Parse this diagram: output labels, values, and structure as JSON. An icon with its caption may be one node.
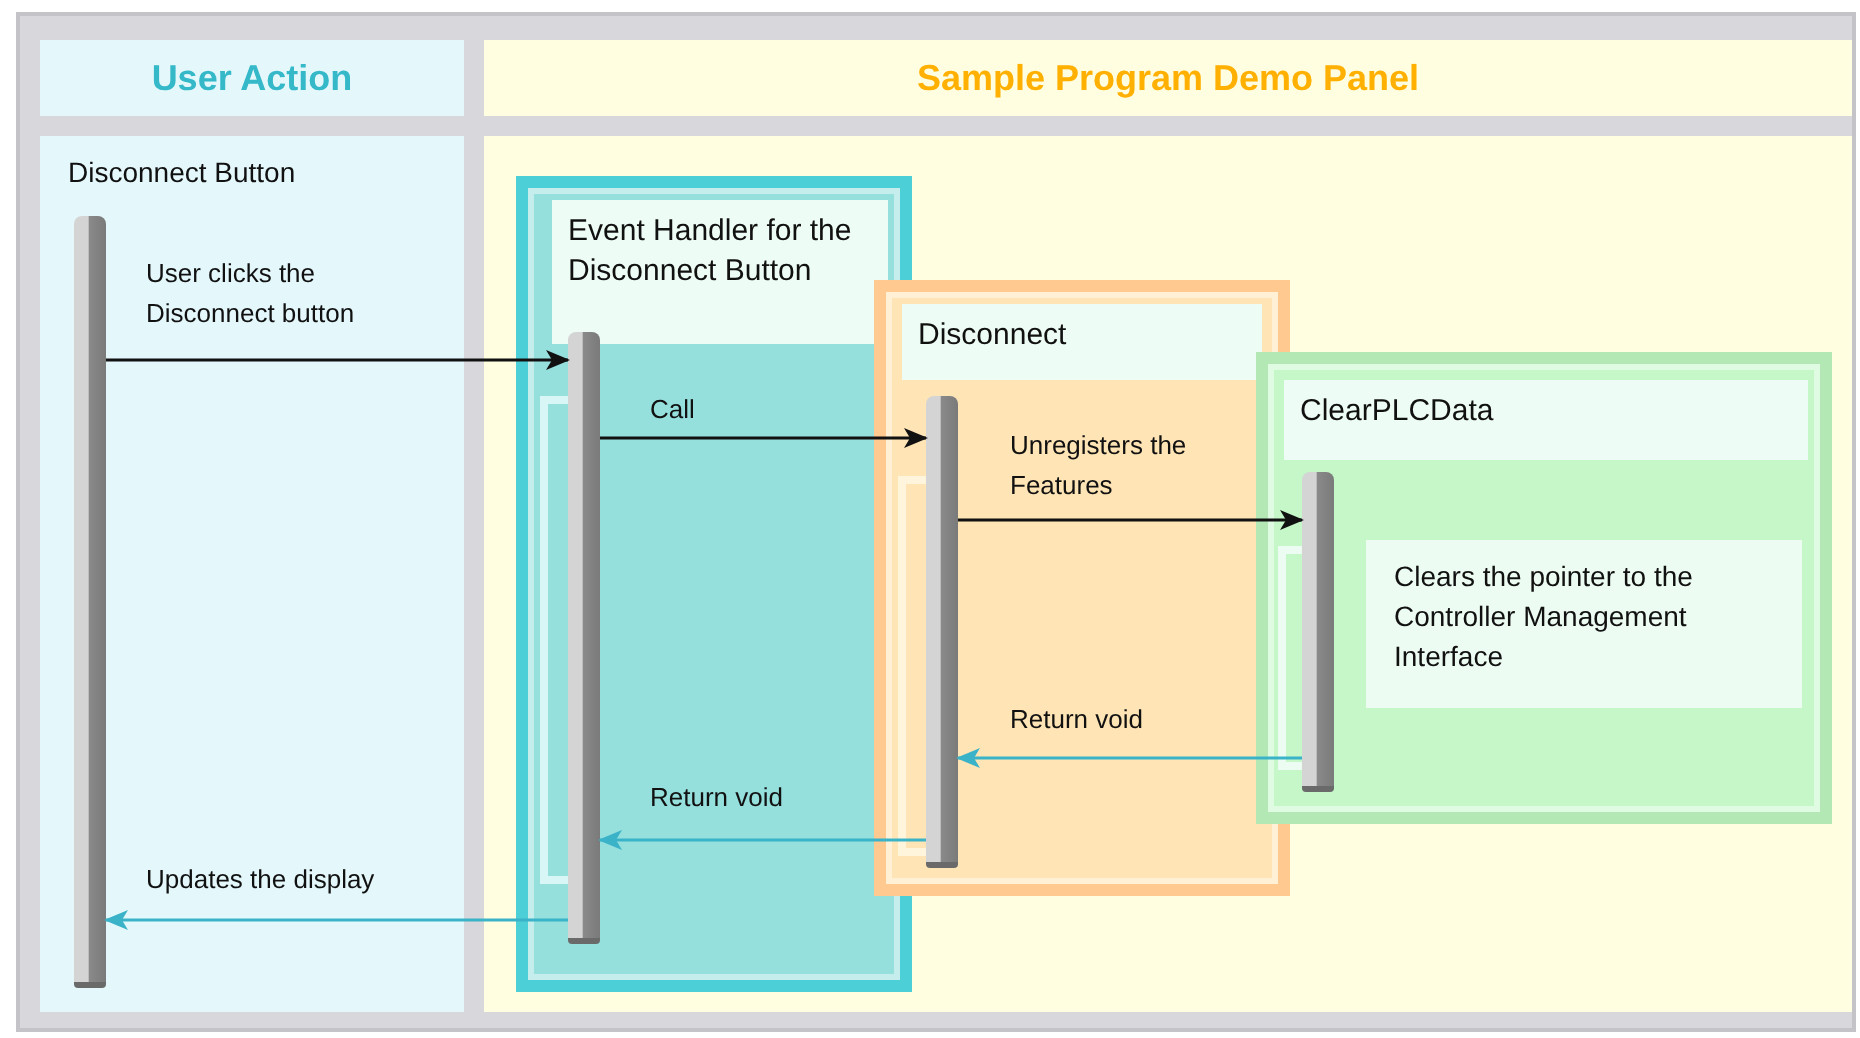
{
  "diagram": {
    "nodes": [
      {
        "text": [
          "User Action"
        ]
      },
      {
        "text": [
          "Sample Program Demo Panel"
        ]
      },
      {
        "text": [
          "Disconnect Button"
        ]
      },
      {
        "text": [
          "Event Handler for the Disconnect Button"
        ]
      },
      {
        "text": [
          "Disconnect"
        ]
      },
      {
        "text": [
          "ClearPLCData"
        ]
      },
      {
        "text": [
          "Clears the pointer to the Controller Management Interface"
        ],
        "in": 5
      },
      {
        "text": [],
        "shape": "bar",
        "in": 2
      },
      {
        "text": [],
        "shape": "bar",
        "in": 3
      },
      {
        "text": [],
        "shape": "bar",
        "in": 4
      },
      {
        "text": [],
        "shape": "bar",
        "in": 5
      }
    ],
    "edges": [
      {
        "from": 7,
        "to": 8,
        "arrow": "to",
        "label": "User clicks the Disconnect button"
      },
      {
        "from": 8,
        "to": 9,
        "arrow": "to",
        "label": "Call"
      },
      {
        "from": 9,
        "to": 10,
        "arrow": "to",
        "label": "Unregisters the Features"
      },
      {
        "from": 10,
        "to": 9,
        "arrow": "to",
        "label": "Return void",
        "color": "#3ab3c8"
      },
      {
        "from": 9,
        "to": 8,
        "arrow": "to",
        "label": "Return void",
        "color": "#3ab3c8"
      },
      {
        "from": 8,
        "to": 7,
        "arrow": "to",
        "label": "Updates the display",
        "color": "#3ab3c8"
      }
    ]
  }
}
